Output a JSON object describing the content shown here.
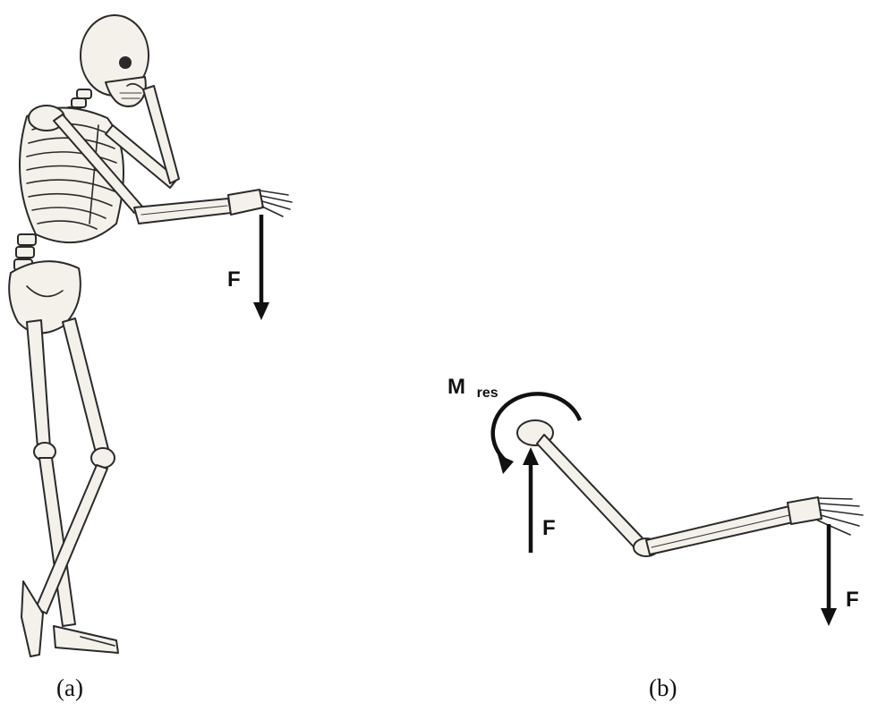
{
  "panel_a": {
    "caption": "(a)",
    "force_label": "F"
  },
  "panel_b": {
    "caption": "(b)",
    "moment_label_main": "M",
    "moment_label_sub": "res",
    "shoulder_force_label": "F",
    "hand_force_label": "F"
  }
}
